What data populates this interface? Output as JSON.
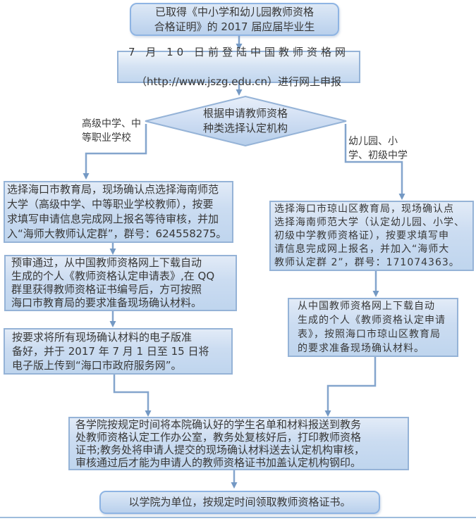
{
  "title": "教师资格证认定流程图",
  "colors": {
    "box_border": "#95b3d7",
    "rounded_border": "#8eb4e3",
    "box_fill_top": "#e2ebf7",
    "box_fill_bottom": "#bfd5ee",
    "arrow": "#84a5cd",
    "arrow_head": "#7499c4",
    "text": "#383838",
    "bottom_rule": "#9dbcdc"
  },
  "flow": {
    "start": {
      "text": "已取得《中小学和幼儿园教师资格\n合格证明》的 2017 届应届毕业生"
    },
    "register": {
      "line1": "7 月 10 日前登陆中国教师资格网",
      "line2": "（http://www.jszg.edu.cn）进行网上申报"
    },
    "decision": {
      "text": "根据申请教师资格\n种类选择认定机构"
    },
    "branch_left_label": "高级中学、中\n等职业学校",
    "branch_right_label": "幼儿园、小\n学、初级中学",
    "left_step1": {
      "text": "选择海口市教育局，现场确认点选择海南师范\n大学（高级中学、中等职业学校教师），按要\n求填写申请信息完成网上报名等待审核，并加\n入“海师大教师认定群”，群号：624558275。"
    },
    "left_step2": {
      "text": "预审通过，从中国教师资格网上下载自动\n生成的个人《教师资格认定申请表》,在 QQ\n群里获得教师资格证书编号后，方可按照\n海口市教育局的要求准备现场确认材料。"
    },
    "left_step3": {
      "text": "按要求将所有现场确认材料的电子版准\n备好，并于 2017 年 7 月 1 日至 15 日将\n电子版上传到“海口市政府服务网”。"
    },
    "right_step1": {
      "text": "选择海口市琼山区教育局，现场确认点\n选择海南师范大学（认定幼儿园、小学、\n初级中学教师资格证），按要求填写申\n请信息完成网上报名，并加入“海师大\n教师认定群 2”，群号：171074363。"
    },
    "right_step2": {
      "text": "从中国教师资格网上下载自动\n生成的个人《教师资格认定申请\n表》，按照海口市琼山区教育局\n的要求准备现场确认材料。"
    },
    "merge_step": {
      "text": "各学院按规定时间将本院确认好的学生名单和材料报送到教务\n处教师资格认定工作办公室，教务处复核好后，打印教师资格\n证书;教务处将申请人提交的现场确认材料送去认定机构审核，\n审核通过后才能为申请人的教师资格证书加盖认定机构钢印。"
    },
    "final_step": {
      "text": "以学院为单位，按规定时间领取教师资格证书。"
    }
  }
}
